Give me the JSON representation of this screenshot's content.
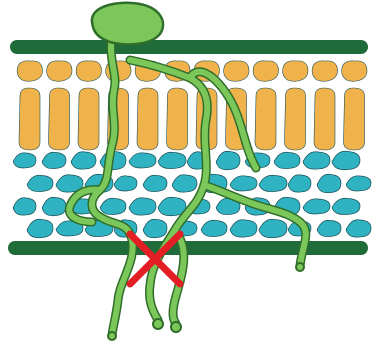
{
  "colors": {
    "background": "#ffffff",
    "epidermis_band": "#1f6b3a",
    "palisade_cell": "#f0b24a",
    "spongy_cell": "#2fb3c2",
    "cell_outline": "#1b4f55",
    "fungus": "#7cc75a",
    "fungus_outline": "#2f6e2a",
    "block_mark": "#e31e24"
  },
  "layers": {
    "palisade_rows": 2,
    "spongy_rows": 4,
    "palisade_cells_per_row": 12,
    "spongy_cells_per_row": 12
  },
  "icons": {
    "spore": "spore-icon",
    "block": "cross-mark-icon"
  }
}
